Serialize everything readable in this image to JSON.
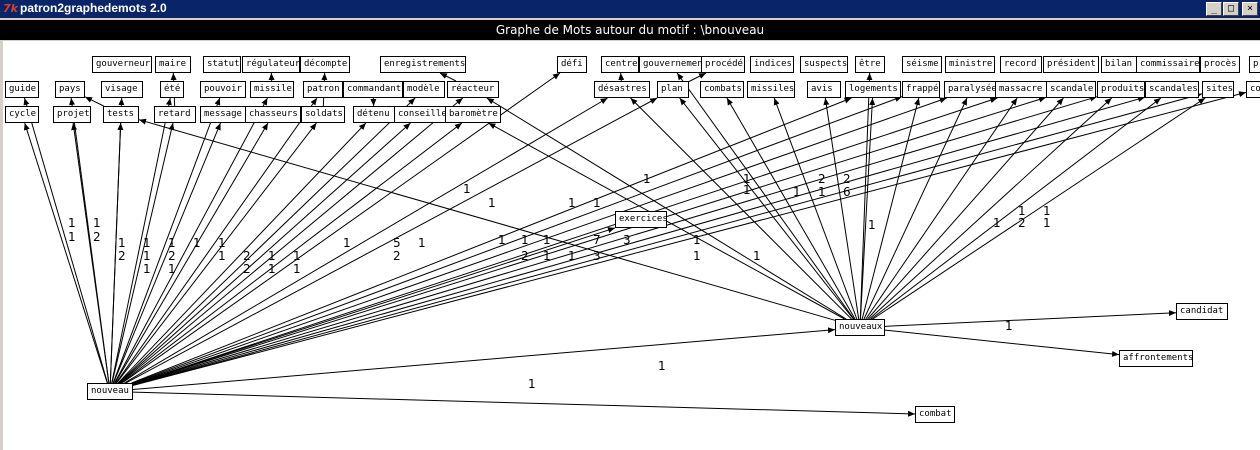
{
  "window": {
    "title": "patron2graphedemots 2.0",
    "icon": "tk-feather-icon",
    "minimize_label": "_",
    "maximize_label": "□",
    "close_label": "×"
  },
  "header": {
    "title": "Graphe de Mots autour du motif : \\bnouveau"
  },
  "colors": {
    "titlebar": "#0a246a",
    "header": "#000000",
    "canvas": "#ffffff",
    "chrome": "#d4d0c8"
  },
  "nodes": [
    {
      "id": "guide",
      "label": "guide"
    },
    {
      "id": "cycle",
      "label": "cycle"
    },
    {
      "id": "pays",
      "label": "pays"
    },
    {
      "id": "projet",
      "label": "projet"
    },
    {
      "id": "gouverneur",
      "label": "gouverneur"
    },
    {
      "id": "visage",
      "label": "visage"
    },
    {
      "id": "tests",
      "label": "tests"
    },
    {
      "id": "maire",
      "label": "maire"
    },
    {
      "id": "ete",
      "label": "été"
    },
    {
      "id": "retard",
      "label": "retard"
    },
    {
      "id": "statut",
      "label": "statut"
    },
    {
      "id": "pouvoir",
      "label": "pouvoir"
    },
    {
      "id": "message",
      "label": "message"
    },
    {
      "id": "regulateur",
      "label": "régulateur"
    },
    {
      "id": "missile",
      "label": "missile"
    },
    {
      "id": "chasseurs",
      "label": "chasseurs"
    },
    {
      "id": "decompte",
      "label": "décompte"
    },
    {
      "id": "patron",
      "label": "patron"
    },
    {
      "id": "soldats",
      "label": "soldats"
    },
    {
      "id": "commandant",
      "label": "commandant"
    },
    {
      "id": "detenu",
      "label": "détenu"
    },
    {
      "id": "enregistrements",
      "label": "enregistrements"
    },
    {
      "id": "modele",
      "label": "modèle"
    },
    {
      "id": "conseiller",
      "label": "conseiller"
    },
    {
      "id": "reacteur",
      "label": "réacteur"
    },
    {
      "id": "barometre",
      "label": "baromètre"
    },
    {
      "id": "defi",
      "label": "défi"
    },
    {
      "id": "centres",
      "label": "centres"
    },
    {
      "id": "gouvernement",
      "label": "gouvernement"
    },
    {
      "id": "procede",
      "label": "procédé"
    },
    {
      "id": "desastres",
      "label": "désastres"
    },
    {
      "id": "plan",
      "label": "plan"
    },
    {
      "id": "combats",
      "label": "combats"
    },
    {
      "id": "indices",
      "label": "indices"
    },
    {
      "id": "missiles",
      "label": "missiles"
    },
    {
      "id": "suspects",
      "label": "suspects"
    },
    {
      "id": "avis",
      "label": "avis"
    },
    {
      "id": "etre",
      "label": "être"
    },
    {
      "id": "logements",
      "label": "logements"
    },
    {
      "id": "seisme",
      "label": "séisme"
    },
    {
      "id": "frappe",
      "label": "frappé"
    },
    {
      "id": "ministre",
      "label": "ministre"
    },
    {
      "id": "paralysee",
      "label": "paralysée"
    },
    {
      "id": "record",
      "label": "record"
    },
    {
      "id": "massacre",
      "label": "massacre"
    },
    {
      "id": "president",
      "label": "président"
    },
    {
      "id": "scandale",
      "label": "scandale"
    },
    {
      "id": "bilan",
      "label": "bilan"
    },
    {
      "id": "produits",
      "label": "produits"
    },
    {
      "id": "commissaires",
      "label": "commissaires"
    },
    {
      "id": "scandales",
      "label": "scandales"
    },
    {
      "id": "proces",
      "label": "procès"
    },
    {
      "id": "sites",
      "label": "sites"
    },
    {
      "id": "p_cut",
      "label": "p"
    },
    {
      "id": "co_cut",
      "label": "co"
    },
    {
      "id": "exercices",
      "label": "exercices"
    },
    {
      "id": "nouveaux",
      "label": "nouveaux"
    },
    {
      "id": "candidat",
      "label": "candidat"
    },
    {
      "id": "affrontements",
      "label": "affrontements"
    },
    {
      "id": "nouveau",
      "label": "nouveau"
    },
    {
      "id": "combat",
      "label": "combat"
    }
  ],
  "edge_labels": [
    "1",
    "1",
    "1",
    "2",
    "1",
    "2",
    "1",
    "1",
    "1",
    "1",
    "2",
    "1",
    "1",
    "1",
    "1",
    "2",
    "2",
    "1",
    "1",
    "1",
    "1",
    "5",
    "2",
    "1",
    "1",
    "1",
    "1",
    "1",
    "1",
    "2",
    "1",
    "1",
    "1",
    "7",
    "3",
    "3",
    "1",
    "1",
    "1",
    "1",
    "1",
    "1",
    "1",
    "1",
    "1",
    "2",
    "2",
    "6",
    "1",
    "1",
    "1",
    "1",
    "2",
    "1",
    "1",
    "1"
  ]
}
